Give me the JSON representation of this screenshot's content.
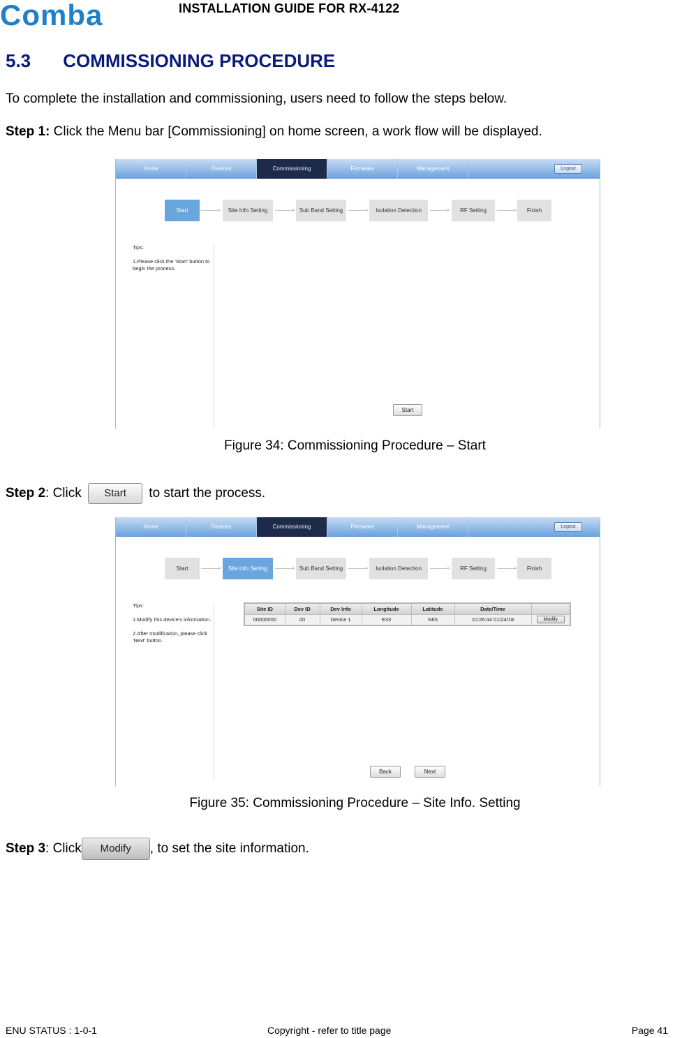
{
  "header": {
    "logo_text": "Comba",
    "title": "INSTALLATION GUIDE FOR RX-4122"
  },
  "section": {
    "number": "5.3",
    "title": "COMMISSIONING PROCEDURE"
  },
  "intro": "To complete the installation and commissioning, users need to follow the steps below.",
  "step1": {
    "label": "Step 1:",
    "text": " Click the Menu bar [Commissioning] on home screen, a work flow will be displayed."
  },
  "step2": {
    "label": "Step 2",
    "pre": ": Click ",
    "button": "Start",
    "post": " to start the process."
  },
  "step3": {
    "label": "Step 3",
    "pre": ": Click",
    "button": "Modify",
    "post": ", to set the site information."
  },
  "ui": {
    "nav": [
      "Home",
      "Devices",
      "Commissioning",
      "Firmware",
      "Management"
    ],
    "logout": "Logout",
    "flow": [
      "Start",
      "Site Info Setting",
      "Sub Band Setting",
      "Isolation Detection",
      "RF Setting",
      "Finish"
    ],
    "tips_label": "Tips:",
    "shot1_tip": "1.Please click the 'Start' button to begin the process.",
    "shot1_button": "Start",
    "shot2_tip1": "1.Modify this device's information.",
    "shot2_tip2": "2.After modification, please click 'Next' button.",
    "table": {
      "headers": [
        "Site ID",
        "Dev ID",
        "Dev Info",
        "Longitude",
        "Latitude",
        "Date/Time",
        ""
      ],
      "row": [
        "00000000",
        "00",
        "Device 1",
        "E33",
        "N65",
        "10:26:44 01/24/18"
      ],
      "action": "Modify"
    },
    "back": "Back",
    "next": "Next"
  },
  "captions": {
    "fig34": "Figure 34: Commissioning Procedure – Start",
    "fig35": "Figure 35: Commissioning Procedure – Site Info. Setting"
  },
  "footer": {
    "left": "ENU STATUS : 1-0-1",
    "center": "Copyright - refer to title page",
    "right": "Page 41"
  },
  "colors": {
    "brand_blue": "#1f7fc8",
    "heading_blue": "#0a1a7a",
    "active_tab": "#1e2a4a",
    "active_step": "#6aa6de"
  }
}
